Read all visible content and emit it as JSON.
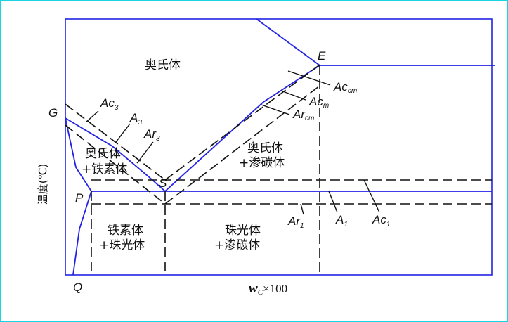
{
  "points": {
    "E": "E",
    "G": "G",
    "P": "P",
    "S": "S",
    "Q": "Q"
  },
  "lines": {
    "Accm": {
      "main": "Ac",
      "sub": "cm"
    },
    "Acm": {
      "main": "Ac",
      "sub": "m"
    },
    "Arcm": {
      "main": "Ar",
      "sub": "cm"
    },
    "Ac3": {
      "main": "Ac",
      "sub": "3"
    },
    "A3": {
      "main": "A",
      "sub": "3"
    },
    "Ar3": {
      "main": "Ar",
      "sub": "3"
    },
    "Ar1": {
      "main": "Ar",
      "sub": "1"
    },
    "A1": {
      "main": "A",
      "sub": "1"
    },
    "Ac1": {
      "main": "Ac",
      "sub": "1"
    }
  },
  "regions": {
    "austenite": "奥氏体",
    "austenite_ferrite_1": "奥氏体",
    "austenite_ferrite_2": "+铁素体",
    "austenite_cementite_1": "奥氏体",
    "austenite_cementite_2": "+渗碳体",
    "ferrite_pearlite_1": "铁素体",
    "ferrite_pearlite_2": "+珠光体",
    "pearlite_cementite_1": "珠光体",
    "pearlite_cementite_2": "+渗碳体"
  },
  "axes": {
    "y_label": "温度(℃)",
    "x_label_main": "w",
    "x_label_sub": "C",
    "x_label_rest": "×100"
  },
  "colors": {
    "phase_line": "#2323e6",
    "dashed": "#111111",
    "frame": "#19d3e0"
  }
}
